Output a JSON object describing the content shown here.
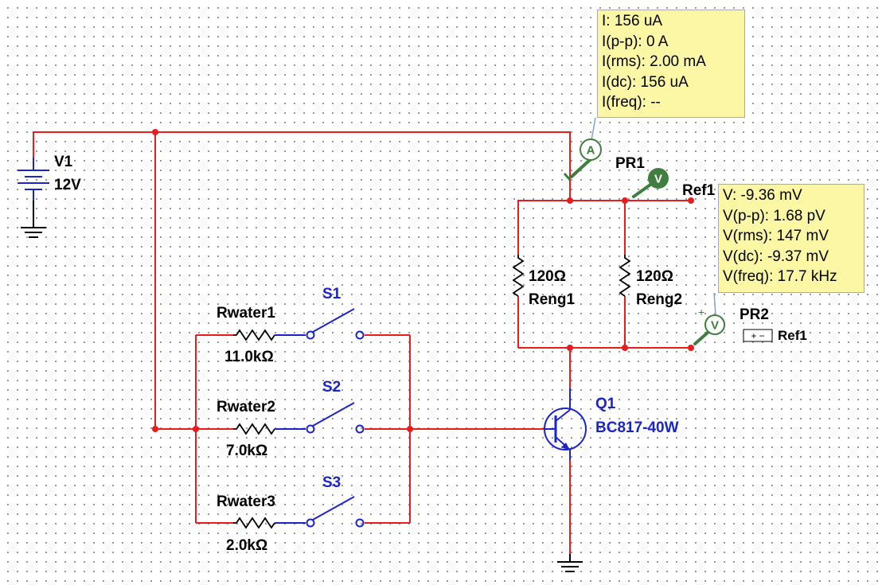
{
  "components": {
    "v1": {
      "name": "V1",
      "value": "12V"
    },
    "pr1": {
      "name": "PR1",
      "ref": "Ref1",
      "letter": "V"
    },
    "ammeter": {
      "letter": "A"
    },
    "pr2": {
      "name": "PR2",
      "ref": "Ref1",
      "letter": "V",
      "ref_marker": "+ −"
    },
    "reng1": {
      "name": "Reng1",
      "value": "120Ω"
    },
    "reng2": {
      "name": "Reng2",
      "value": "120Ω"
    },
    "rwater1": {
      "name": "Rwater1",
      "value": "11.0kΩ"
    },
    "rwater2": {
      "name": "Rwater2",
      "value": "7.0kΩ"
    },
    "rwater3": {
      "name": "Rwater3",
      "value": "2.0kΩ"
    },
    "s1": {
      "name": "S1"
    },
    "s2": {
      "name": "S2"
    },
    "s3": {
      "name": "S3"
    },
    "q1": {
      "name": "Q1",
      "model": "BC817-40W"
    }
  },
  "current_probe": {
    "lines": [
      "I: 156 uA",
      "I(p-p): 0 A",
      "I(rms): 2.00 mA",
      "I(dc): 156 uA",
      "I(freq): --"
    ]
  },
  "voltage_probe": {
    "lines": [
      "V: -9.36 mV",
      "V(p-p): 1.68 pV",
      "V(rms): 147 mV",
      "V(dc): -9.37 mV",
      "V(freq): 17.7 kHz"
    ]
  },
  "colors": {
    "wire": "#e81c1c",
    "component": "#1a25c9",
    "ground": "#000000",
    "probe": "#3f7e3f",
    "tooltip": "#fbf7a5"
  }
}
